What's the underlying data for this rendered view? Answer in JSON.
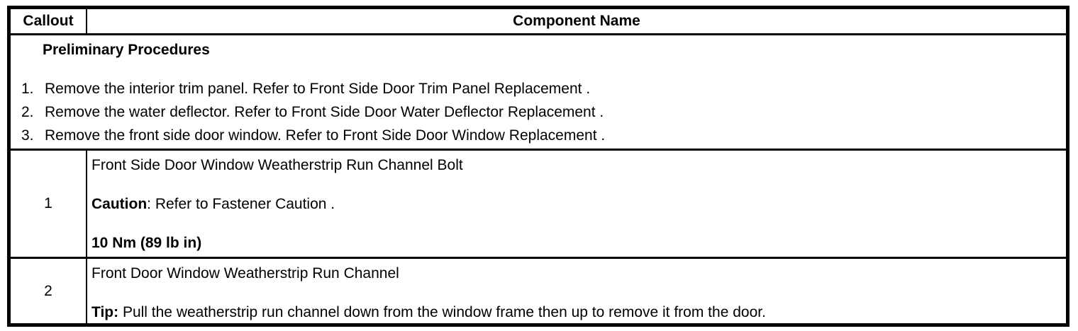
{
  "header": {
    "callout_label": "Callout",
    "component_label": "Component Name"
  },
  "preliminary": {
    "title": "Preliminary Procedures",
    "steps": [
      {
        "num": "1.",
        "text": "Remove the interior trim panel. Refer to Front Side Door Trim Panel Replacement ."
      },
      {
        "num": "2.",
        "text": "Remove the water deflector. Refer to Front Side Door Water Deflector Replacement ."
      },
      {
        "num": "3.",
        "text": "Remove the front side door window. Refer to Front Side Door Window Replacement ."
      }
    ]
  },
  "callout_rows": [
    {
      "callout": "1",
      "component_name": "Front Side Door Window Weatherstrip Run Channel Bolt",
      "note_label": "Caution",
      "note_rest": ": Refer to Fastener Caution .",
      "torque": "10 Nm (89 lb in)"
    },
    {
      "callout": "2",
      "component_name": "Front Door Window Weatherstrip Run Channel",
      "note_label": "Tip:",
      "note_rest": " Pull the weatherstrip run channel down from the window frame then up to remove it from the door."
    }
  ]
}
